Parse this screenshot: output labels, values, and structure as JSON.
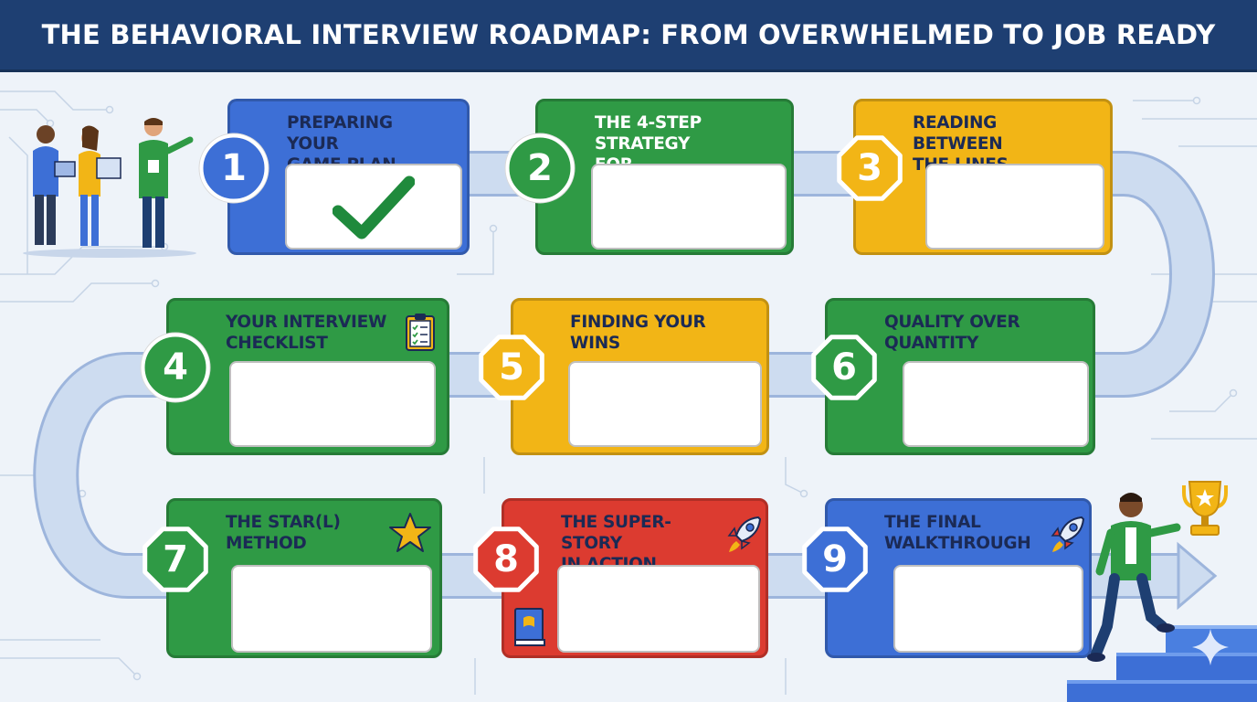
{
  "header": {
    "title": "THE BEHAVIORAL INTERVIEW ROADMAP: FROM OVERWHELMED TO JOB READY"
  },
  "colors": {
    "header_bg": "#1e3f72",
    "blue": "#3d6fd6",
    "green": "#2f9a45",
    "yellow": "#f2b516",
    "red": "#dc3b30",
    "road": "#c9d8ee",
    "check": "#1f8a3c"
  },
  "steps": [
    {
      "number": "1",
      "title_lines": [
        "PREPARING YOUR",
        "GAME PLAN"
      ],
      "color": "#3d6fd6",
      "text_color": "#1b2a55",
      "badge_shape": "circle",
      "badge_color": "#3d6fd6",
      "icon": "check-icon"
    },
    {
      "number": "2",
      "title_lines": [
        "THE 4-STEP STRATEGY",
        "FOR CONFIDENCE"
      ],
      "color": "#2f9a45",
      "text_color": "#ffffff",
      "badge_shape": "circle",
      "badge_color": "#2f9a45",
      "icon": ""
    },
    {
      "number": "3",
      "title_lines": [
        "READING BETWEEN",
        "THE LINES"
      ],
      "color": "#f2b516",
      "text_color": "#1b2a55",
      "badge_shape": "octagon",
      "badge_color": "#f2b516",
      "icon": ""
    },
    {
      "number": "4",
      "title_lines": [
        "YOUR INTERVIEW",
        "CHECKLIST"
      ],
      "color": "#2f9a45",
      "text_color": "#1b2a55",
      "badge_shape": "circle",
      "badge_color": "#2f9a45",
      "icon": "clipboard-icon"
    },
    {
      "number": "5",
      "title_lines": [
        "FINDING YOUR",
        "WINS"
      ],
      "color": "#f2b516",
      "text_color": "#1b2a55",
      "badge_shape": "octagon",
      "badge_color": "#f2b516",
      "icon": ""
    },
    {
      "number": "6",
      "title_lines": [
        "QUALITY OVER",
        "QUANTITY"
      ],
      "color": "#2f9a45",
      "text_color": "#1b2a55",
      "badge_shape": "octagon",
      "badge_color": "#2f9a45",
      "icon": ""
    },
    {
      "number": "7",
      "title_lines": [
        "THE STAR(L)",
        "METHOD"
      ],
      "color": "#2f9a45",
      "text_color": "#1b2a55",
      "badge_shape": "octagon",
      "badge_color": "#2f9a45",
      "icon": "star-icon"
    },
    {
      "number": "8",
      "title_lines": [
        "THE SUPER-STORY",
        "IN ACTION"
      ],
      "color": "#dc3b30",
      "text_color": "#1b2a55",
      "badge_shape": "octagon",
      "badge_color": "#dc3b30",
      "icon": "rocket-icon"
    },
    {
      "number": "9",
      "title_lines": [
        "THE FINAL",
        "WALKTHROUGH"
      ],
      "color": "#3d6fd6",
      "text_color": "#1b2a55",
      "badge_shape": "octagon",
      "badge_color": "#3d6fd6",
      "icon": "rocket-icon"
    }
  ],
  "illustrations": {
    "team": "team-of-three-people-illustration",
    "climber": "person-climbing-stairs-illustration",
    "trophy": "trophy-icon",
    "book": "book-icon",
    "sparkle": "sparkle-icon"
  }
}
